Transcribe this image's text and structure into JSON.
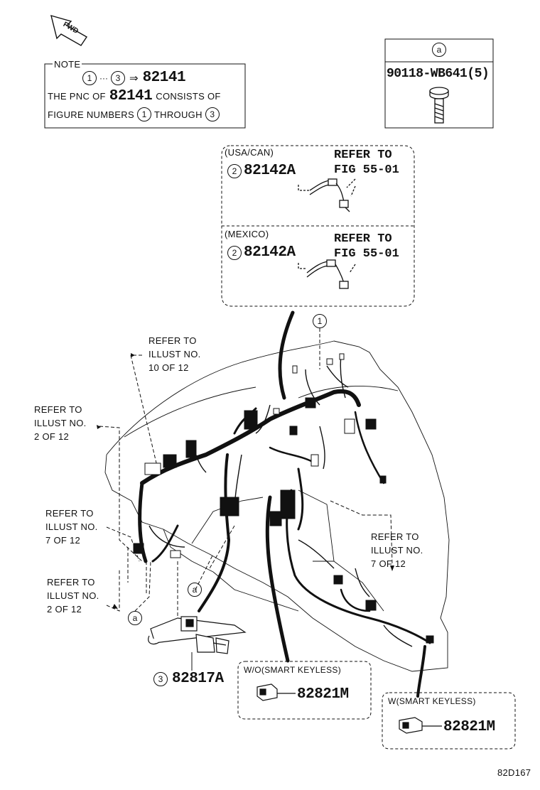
{
  "fwd_label": "FWD",
  "note": {
    "title": "NOTE",
    "range_from": "1",
    "range_to": "3",
    "range_pnc": "82141",
    "line2_pre": "THE PNC OF",
    "line2_pnc": "82141",
    "line2_post": "CONSISTS OF",
    "line3_pre": "FIGURE NUMBERS",
    "line3_from": "1",
    "line3_mid": "THROUGH",
    "line3_to": "3"
  },
  "bolt_box": {
    "key": "a",
    "part": "90118-WB641(5)"
  },
  "inset_usa": {
    "region": "(USA/CAN)",
    "fig": "2",
    "part": "82142A",
    "refer1": "REFER TO",
    "refer2": "FIG 55-01"
  },
  "inset_mex": {
    "region": "(MEXICO)",
    "fig": "2",
    "part": "82142A",
    "refer1": "REFER TO",
    "refer2": "FIG 55-01"
  },
  "callout_main_fig": "1",
  "refs": [
    {
      "l1": "REFER TO",
      "l2": "ILLUST NO.",
      "l3": "10 OF 12"
    },
    {
      "l1": "REFER TO",
      "l2": "ILLUST NO.",
      "l3": "2 OF 12"
    },
    {
      "l1": "REFER TO",
      "l2": "ILLUST NO.",
      "l3": "7 OF 12"
    },
    {
      "l1": "REFER TO",
      "l2": "ILLUST NO.",
      "l3": "2 OF 12"
    },
    {
      "l1": "REFER TO",
      "l2": "ILLUST NO.",
      "l3": "7 OF 12"
    }
  ],
  "bolt_callouts": [
    "a",
    "a"
  ],
  "bracket": {
    "fig": "3",
    "part": "82817A"
  },
  "wo_smart": {
    "label": "W/O(SMART KEYLESS)",
    "part": "82821M"
  },
  "w_smart": {
    "label": "W(SMART KEYLESS)",
    "part": "82821M"
  },
  "illus_code": "82D167"
}
